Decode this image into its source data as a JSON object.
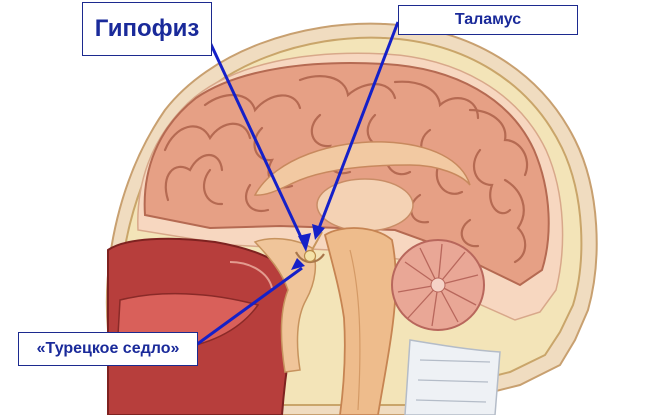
{
  "labels": {
    "hypophysis": "Гипофиз",
    "thalamus": "Таламус",
    "sella_turcica": "«Турецкое седло»"
  },
  "colors": {
    "label_text": "#1a2a9a",
    "label_border": "#1c2a8f",
    "pointer": "#1520c8",
    "cerebrum": "#e6a085",
    "skull": "#f3e4b8",
    "cerebellum": "#e9a796",
    "cavity": "#b73e3c"
  },
  "image": {
    "kind": "sagittal-section-head-illustration"
  }
}
